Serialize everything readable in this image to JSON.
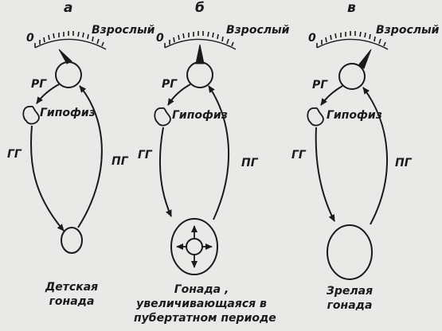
{
  "panels": [
    {
      "letter": "а",
      "scale_start": "0",
      "scale_end": "Взрослый",
      "rg": "РГ",
      "pituitary": "Гипофиз",
      "gg": "ГГ",
      "pg": "ПГ",
      "caption": [
        "Детская",
        "гонада"
      ]
    },
    {
      "letter": "б",
      "scale_start": "0",
      "scale_end": "Взрослый",
      "rg": "РГ",
      "pituitary": "Гипофиз",
      "gg": "ГГ",
      "pg": "ПГ",
      "caption": [
        "Гонада ,",
        "увеличивающаяся в",
        "пубертатном периоде"
      ]
    },
    {
      "letter": "в",
      "scale_start": "0",
      "scale_end": "Взрослый",
      "rg": "РГ",
      "pituitary": "Гипофиз",
      "gg": "ГГ",
      "pg": "ПГ",
      "caption": [
        "Зрелая",
        "гонада"
      ]
    }
  ],
  "colors": {
    "ink": "#1a1a1a",
    "background": "#e9e9e7"
  }
}
